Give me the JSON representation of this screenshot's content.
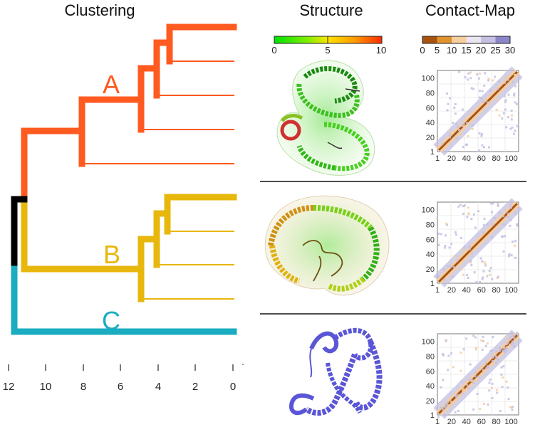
{
  "headers": {
    "clustering": "Clustering",
    "structure": "Structure",
    "contact_map": "Contact-Map"
  },
  "clusters": [
    {
      "label": "A",
      "color": "#ff5a1f"
    },
    {
      "label": "B",
      "color": "#e8b70c"
    },
    {
      "label": "C",
      "color": "#1aacc0"
    }
  ],
  "root_color": "#000000",
  "axis_ticks": [
    "12",
    "10",
    "8",
    "6",
    "4",
    "2",
    "0"
  ],
  "structure_colorbar": {
    "ticks": [
      "0",
      "5",
      "10"
    ],
    "colors": [
      "#00e000",
      "#7af000",
      "#ffe400",
      "#ff9a00",
      "#ff2a00"
    ]
  },
  "contact_colorbar": {
    "ticks": [
      "0",
      "5",
      "10",
      "15",
      "20",
      "25",
      "30"
    ],
    "colors": [
      "#a8520f",
      "#e0922e",
      "#f6cea0",
      "#e9e5f1",
      "#c3c0e2",
      "#8c86c8",
      "#55369a"
    ]
  },
  "contact_map_ticks": {
    "x": [
      "1",
      "20",
      "40",
      "60",
      "80",
      "100"
    ],
    "y": [
      "1",
      "20",
      "40",
      "60",
      "80",
      "100"
    ]
  },
  "structure_colors": {
    "structure_c": "#5a56d6"
  }
}
